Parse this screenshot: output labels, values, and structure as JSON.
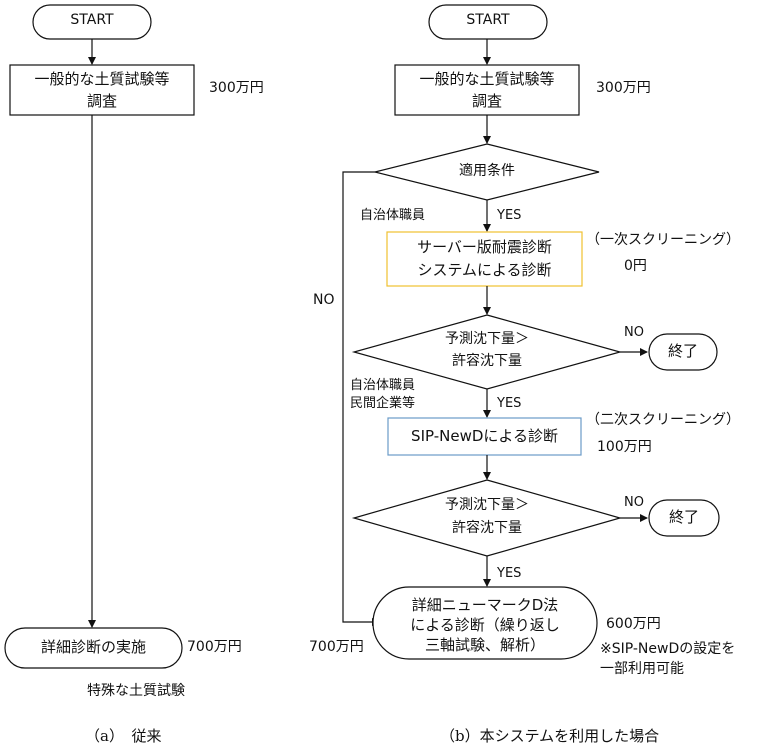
{
  "left": {
    "start": "START",
    "survey_line1": "一般的な土質試験等",
    "survey_line2": "調査",
    "survey_cost": "300万円",
    "detail": "詳細診断の実施",
    "detail_cost": "700万円",
    "detail_note": "特殊な土質試験",
    "caption": "（a）　従来"
  },
  "right": {
    "start": "START",
    "survey_line1": "一般的な土質試験等",
    "survey_line2": "調査",
    "survey_cost": "300万円",
    "condition": "適用条件",
    "staff1": "自治体職員",
    "yes1": "YES",
    "no_branch": "NO",
    "server_line1": "サーバー版耐震診断",
    "server_line2": "システムによる診断",
    "screen1": "（一次スクリーニング）",
    "screen1_cost": "0円",
    "judge1_line1": "予測沈下量＞",
    "judge1_line2": "許容沈下量",
    "no1": "NO",
    "end1": "終了",
    "staff2_line1": "自治体職員",
    "staff2_line2": "民間企業等",
    "yes2": "YES",
    "sip": "SIP-NewDによる診断",
    "screen2": "（二次スクリーニング）",
    "screen2_cost": "100万円",
    "judge2_line1": "予測沈下量＞",
    "judge2_line2": "許容沈下量",
    "no2": "NO",
    "end2": "終了",
    "yes3": "YES",
    "final_line1": "詳細ニューマークD法",
    "final_line2": "による診断（繰り返し",
    "final_line3": "三軸試験、解析）",
    "final_cost": "600万円",
    "no_path_cost": "700万円",
    "note_line1": "※SIP-NewDの設定を",
    "note_line2": "一部利用可能",
    "caption": "（b）本システムを利用した場合"
  },
  "colors": {
    "yellow_box": "#f0c030",
    "blue_box": "#6a9bc8"
  }
}
